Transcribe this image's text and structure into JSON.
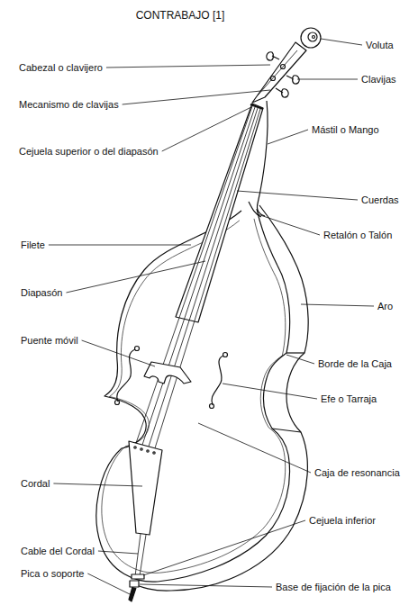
{
  "diagram": {
    "title": "CONTRABAJO [1]",
    "labels": [
      "Voluta",
      "Cabezal o clavijero",
      "Clavijas",
      "Mecanismo de clavijas",
      "Mástil o Mango",
      "Cejuela superior o del diapasón",
      "Cuerdas",
      "Retalón o Talón",
      "Filete",
      "Aro",
      "Diapasón",
      "Puente móvil",
      "Borde de la Caja",
      "Efe o Tarraja",
      "Caja de resonancia",
      "Cordal",
      "Cejuela inferior",
      "Cable del Cordal",
      "Pica o soporte",
      "Base de fijación de la pica"
    ]
  }
}
